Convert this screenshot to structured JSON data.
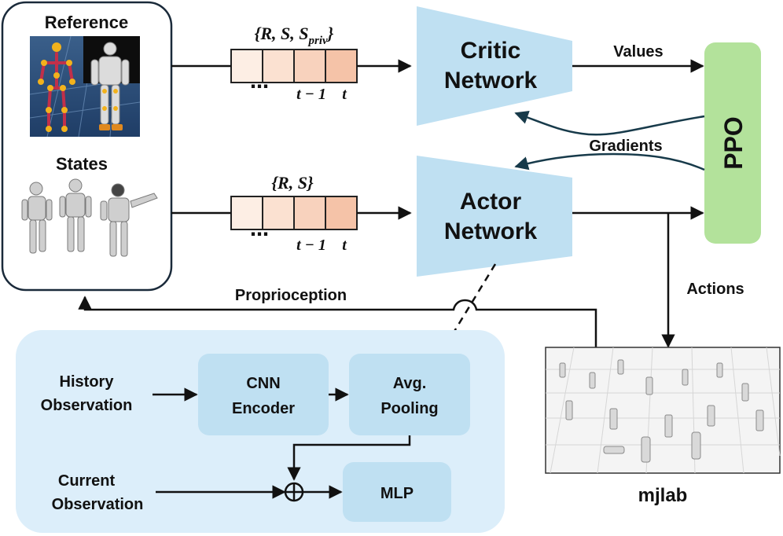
{
  "reference_panel": {
    "reference_label": "Reference",
    "states_label": "States"
  },
  "critic_input": {
    "set_label": "{R, S, S_priv}",
    "dots": "⋯",
    "t_minus_1": "t − 1",
    "t": "t"
  },
  "actor_input": {
    "set_label": "{R, S}",
    "dots": "⋯",
    "t_minus_1": "t − 1",
    "t": "t"
  },
  "critic_network": {
    "line1": "Critic",
    "line2": "Network"
  },
  "actor_network": {
    "line1": "Actor",
    "line2": "Network"
  },
  "ppo": {
    "label": "PPO"
  },
  "edges": {
    "values": "Values",
    "gradients": "Gradients",
    "actions": "Actions",
    "proprioception": "Proprioception"
  },
  "encoder_panel": {
    "history_line1": "History",
    "history_line2": "Observation",
    "current_line1": "Current",
    "current_line2": "Observation",
    "cnn_line1": "CNN",
    "cnn_line2": "Encoder",
    "pool_line1": "Avg.",
    "pool_line2": "Pooling",
    "mlp": "MLP"
  },
  "simulator": {
    "label": "mjlab"
  },
  "colors": {
    "network_fill": "#bfe0f2",
    "ppo_fill": "#b3e29b",
    "panel_fill": "#dceefa",
    "block_fill": "#bfe0f2",
    "queue_cells": [
      "#fdeee4",
      "#fbe1d1",
      "#f8d2bd",
      "#f5c3a8"
    ],
    "arrow": "#111111",
    "gradient_arrow": "#173a4a"
  }
}
